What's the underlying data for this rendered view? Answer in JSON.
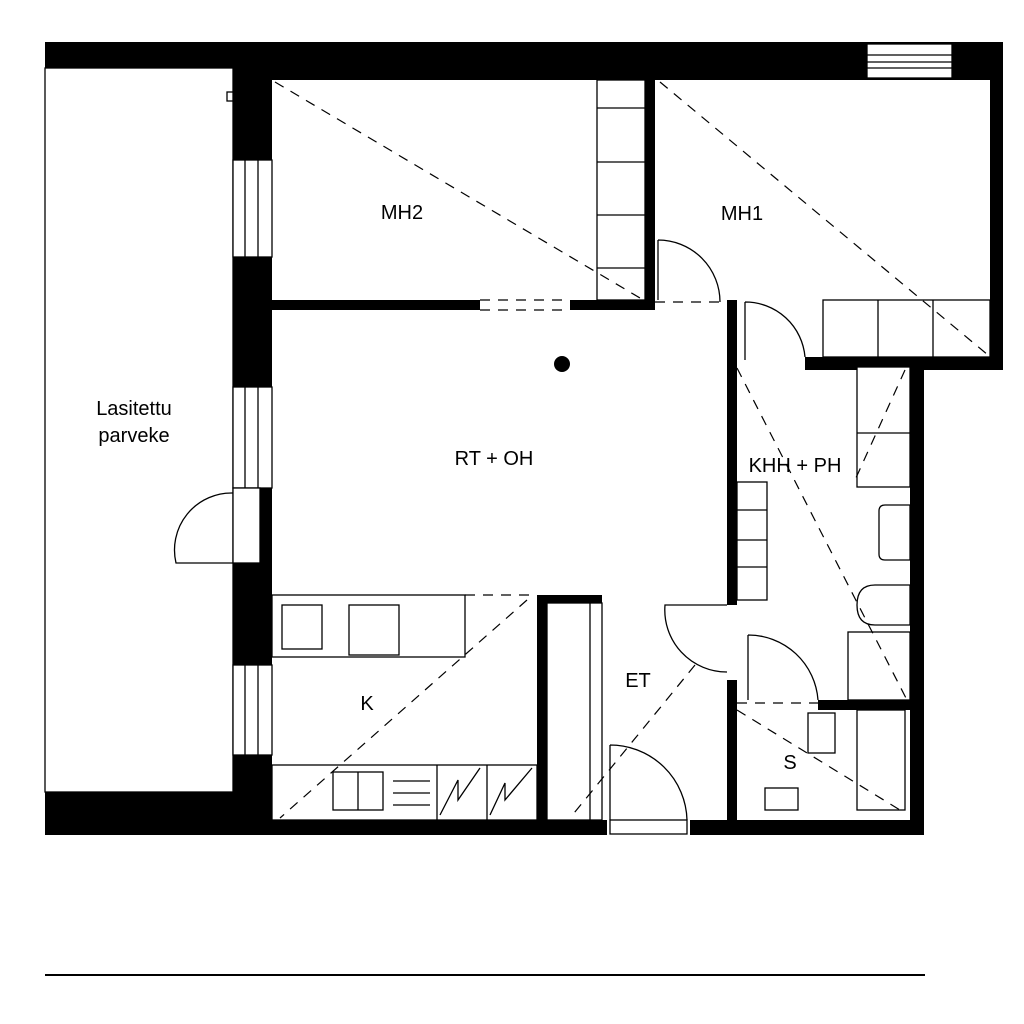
{
  "plan": {
    "rooms": {
      "balcony_line1": "Lasitettu",
      "balcony_line2": "parveke",
      "mh2": "MH2",
      "mh1": "MH1",
      "living": "RT + OH",
      "utility_bath": "KHH + PH",
      "kitchen": "K",
      "entrance": "ET",
      "sauna": "S"
    },
    "colors": {
      "wall": "#000000",
      "background": "#ffffff"
    }
  }
}
